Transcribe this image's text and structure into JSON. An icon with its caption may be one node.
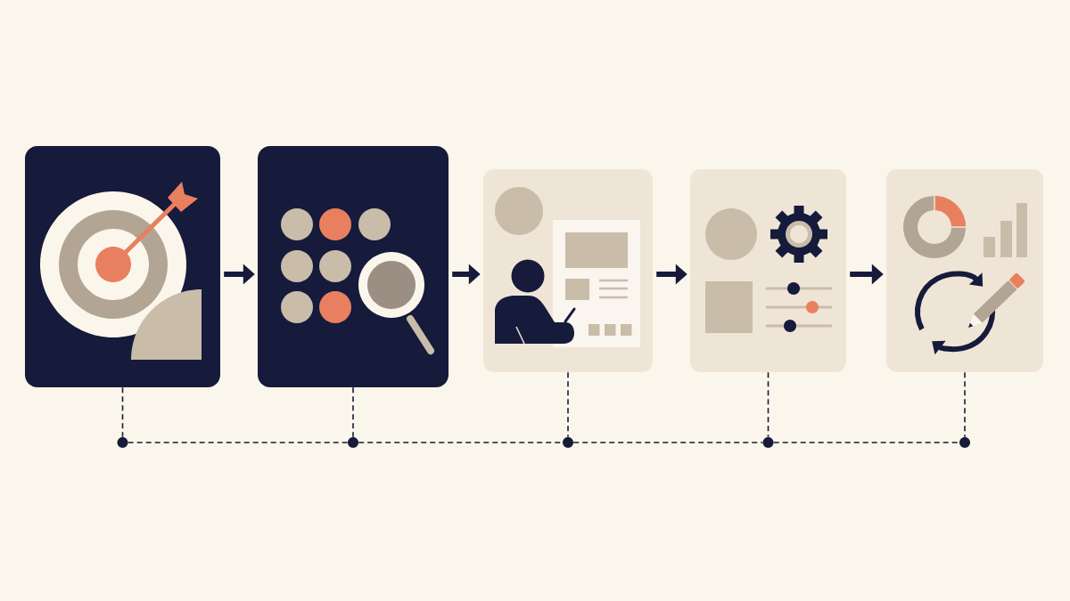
{
  "diagram": {
    "nodes": [
      {
        "text": [],
        "shape": "picture"
      },
      {
        "text": [],
        "shape": "picture"
      },
      {
        "text": [],
        "shape": "picture"
      },
      {
        "text": [],
        "shape": "picture"
      },
      {
        "text": [],
        "shape": "picture"
      },
      {
        "text": [],
        "shape": "circle"
      },
      {
        "text": [],
        "shape": "circle"
      },
      {
        "text": [],
        "shape": "circle"
      },
      {
        "text": [],
        "shape": "circle"
      },
      {
        "text": [],
        "shape": "circle"
      }
    ],
    "edges": [
      {
        "from": 0,
        "to": 1,
        "arrow": "to",
        "style": "thick"
      },
      {
        "from": 1,
        "to": 2,
        "arrow": "to",
        "style": "thick"
      },
      {
        "from": 2,
        "to": 3,
        "arrow": "to",
        "style": "thick"
      },
      {
        "from": 3,
        "to": 4,
        "arrow": "to",
        "style": "thick"
      },
      {
        "from": 0,
        "to": 5,
        "arrow": "none",
        "style": "dashed"
      },
      {
        "from": 1,
        "to": 6,
        "arrow": "none",
        "style": "dashed"
      },
      {
        "from": 2,
        "to": 7,
        "arrow": "none",
        "style": "dashed"
      },
      {
        "from": 3,
        "to": 8,
        "arrow": "none",
        "style": "dashed"
      },
      {
        "from": 4,
        "to": 9,
        "arrow": "none",
        "style": "dashed"
      },
      {
        "from": 5,
        "to": 6,
        "arrow": "none",
        "style": "dashed"
      },
      {
        "from": 6,
        "to": 7,
        "arrow": "none",
        "style": "dashed"
      },
      {
        "from": 7,
        "to": 8,
        "arrow": "none",
        "style": "dashed"
      },
      {
        "from": 8,
        "to": 9,
        "arrow": "none",
        "style": "dashed"
      }
    ]
  }
}
